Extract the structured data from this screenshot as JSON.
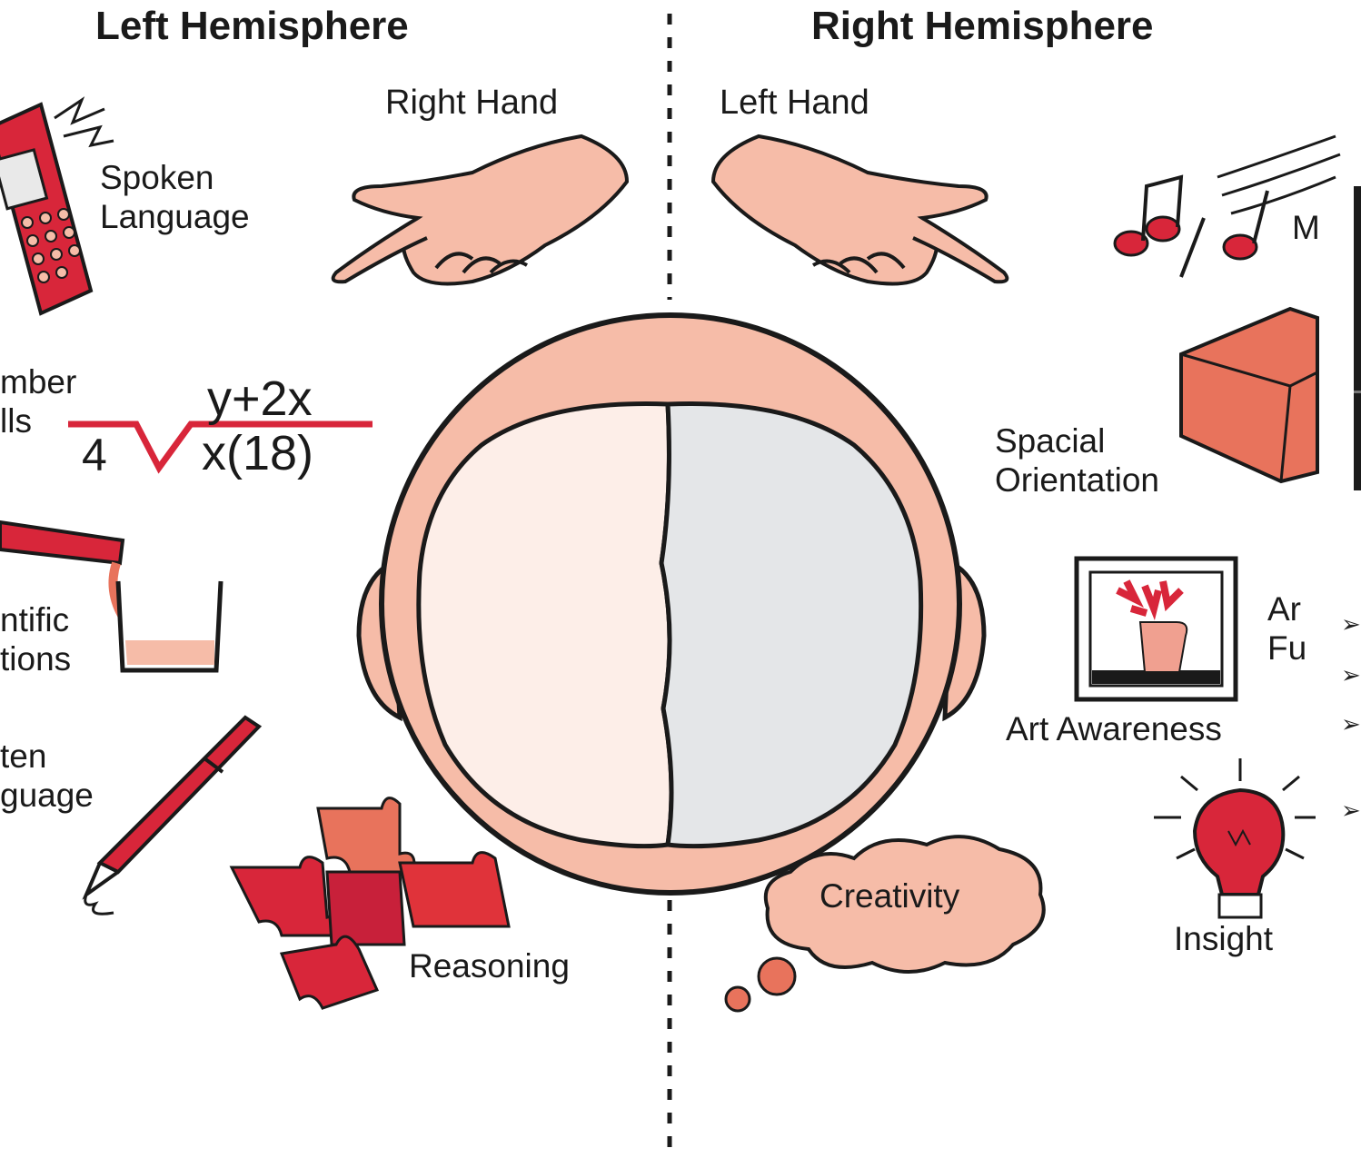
{
  "headers": {
    "left": "Left Hemisphere",
    "right": "Right Hemisphere"
  },
  "hands": {
    "right_hand": "Right Hand",
    "left_hand": "Left Hand"
  },
  "left_functions": {
    "spoken_language": [
      "Spoken",
      "Language"
    ],
    "number_skills": [
      "mber",
      "lls"
    ],
    "scientific_functions": [
      "ntific",
      "tions"
    ],
    "written_language": [
      "ten",
      "guage"
    ],
    "reasoning": "Reasoning"
  },
  "equation": {
    "numerator": "y+2x",
    "index": "4",
    "radicand": "x(18)"
  },
  "right_functions": {
    "music": "M",
    "spacial_orientation": [
      "Spacial",
      "Orientation"
    ],
    "art_function": [
      "Ar",
      "Fu"
    ],
    "art_awareness": "Art Awareness",
    "insight": "Insight",
    "creativity": "Creativity"
  },
  "bullet_glyph": "➢",
  "colors": {
    "skin": "#f6bca8",
    "left_brain": "#fdeee8",
    "right_brain": "#e4e6e8",
    "red": "#d8263a",
    "coral": "#e8735c",
    "outline": "#1a1a1a"
  }
}
